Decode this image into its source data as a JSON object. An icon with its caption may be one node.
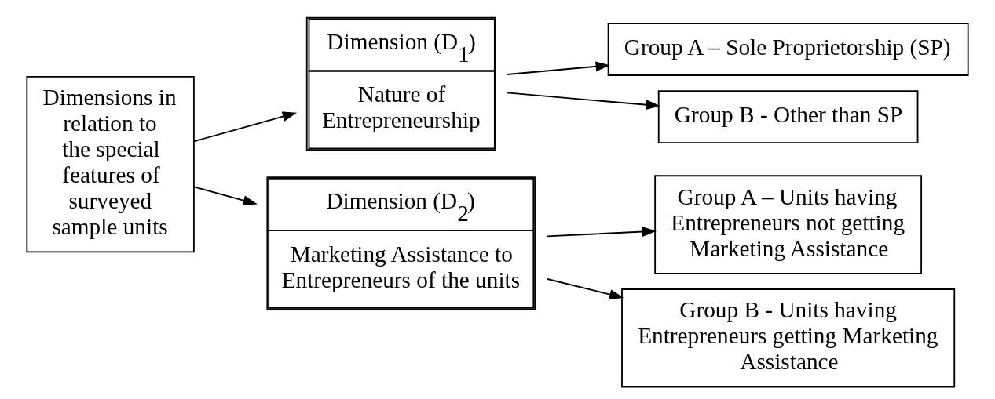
{
  "diagram": {
    "nodes": [
      {
        "text": [
          "Dimensions in relation to the special features of surveyed sample units"
        ]
      },
      {
        "text": [
          "Dimension (D$_{1}$)",
          "Nature of Entrepreneurship"
        ]
      },
      {
        "text": [
          "Dimension (D$_{2}$)",
          "Marketing Assistance to Entrepreneurs of the units"
        ]
      },
      {
        "text": [
          "Group A – Sole Proprietorship (SP)"
        ]
      },
      {
        "text": [
          "Group B - Other than SP"
        ]
      },
      {
        "text": [
          "Group A – Units having Entrepreneurs not getting Marketing Assistance"
        ]
      },
      {
        "text": [
          "Group B - Units having Entrepreneurs getting Marketing Assistance"
        ]
      }
    ],
    "edges": [
      {
        "from": 0,
        "to": 1,
        "arrow": "to"
      },
      {
        "from": 0,
        "to": 2,
        "arrow": "to"
      },
      {
        "from": 1,
        "to": 3,
        "arrow": "to"
      },
      {
        "from": 1,
        "to": 4,
        "arrow": "to"
      },
      {
        "from": 2,
        "to": 5,
        "arrow": "to"
      },
      {
        "from": 2,
        "to": 6,
        "arrow": "to"
      }
    ]
  }
}
